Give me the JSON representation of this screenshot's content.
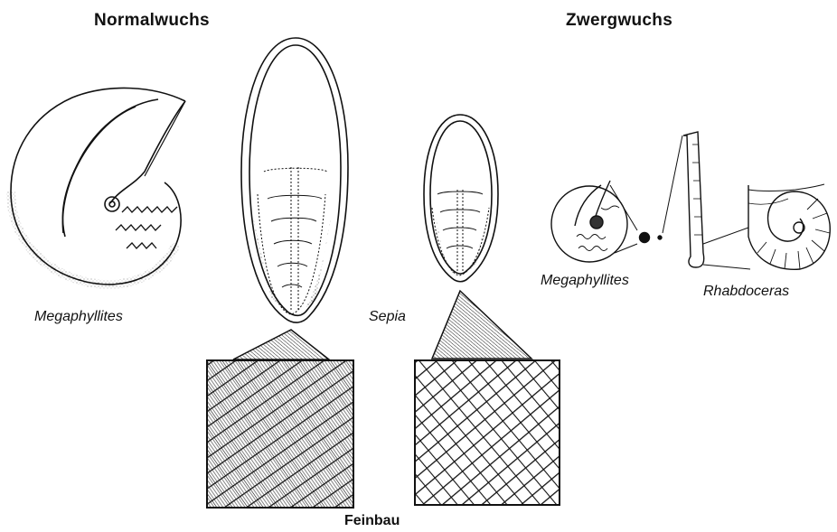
{
  "headings": {
    "left": "Normalwuchs",
    "right": "Zwergwuchs"
  },
  "labels": {
    "megaphyllites_normal": "Megaphyllites",
    "sepia": "Sepia",
    "megaphyllites_dwarf": "Megaphyllites",
    "rhabdoceras": "Rhabdoceras"
  },
  "caption": "Feinbau"
}
